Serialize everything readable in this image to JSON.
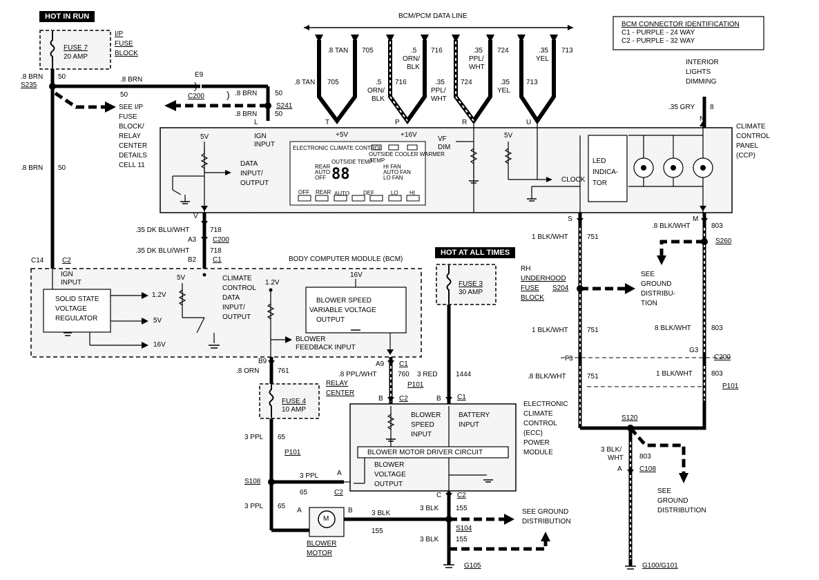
{
  "hot_in_run": "HOT IN RUN",
  "hot_at_all_times": "HOT AT ALL TIMES",
  "bcm_pcm_data_line": "BCM/PCM DATA LINE",
  "connector_id": {
    "title": "BCM CONNECTOR IDENTIFICATION",
    "c1": "C1 - PURPLE - 24 WAY",
    "c2": "C2 - PURPLE - 32 WAY"
  },
  "fuse7": {
    "name": "FUSE 7",
    "rating": "20 AMP",
    "block": [
      "I/P",
      "FUSE",
      "BLOCK"
    ]
  },
  "fuse3": {
    "name": "FUSE 3",
    "rating": "30 AMP",
    "block": [
      "RH",
      "UNDERHOOD",
      "FUSE",
      "BLOCK"
    ]
  },
  "fuse4": {
    "name": "FUSE 4",
    "rating": "10 AMP",
    "block": [
      "RELAY",
      "CENTER"
    ]
  },
  "wires_top": {
    "brn": ".8 BRN",
    "c50": "50",
    "s235": "S235",
    "e9": "E9",
    "c200": "C200",
    "s241": "S241",
    "see_ip": [
      "SEE I/P",
      "FUSE",
      "BLOCK/",
      "RELAY",
      "CENTER",
      "DETAILS",
      "CELL 11"
    ],
    "l": "L",
    "ign_input": [
      "IGN",
      "INPUT"
    ]
  },
  "data_wires": [
    {
      "gauge": ".8 TAN",
      "circuit": "705",
      "pin": "T"
    },
    {
      "gauge": ".5",
      "color": "ORN/ BLK",
      "circuit": "716",
      "pin": "P"
    },
    {
      "gauge": ".35",
      "color": "PPL/ WHT",
      "circuit": "724",
      "pin": "R"
    },
    {
      "gauge": ".35",
      "color": "YEL",
      "circuit": "713",
      "pin": "U"
    }
  ],
  "data_wire_lines": {
    "w1a": ".8 TAN",
    "w1b": "705",
    "w2a": ".5",
    "w2b": "ORN/",
    "w2c": "BLK",
    "w2d": "716",
    "w3a": ".35",
    "w3b": "PPL/",
    "w3c": "WHT",
    "w3d": "724",
    "w4a": ".35",
    "w4b": "YEL",
    "w4c": "713"
  },
  "ccp": {
    "label": [
      "CLIMATE",
      "CONTROL",
      "PANEL",
      "(CCP)"
    ],
    "p5v": "+5V",
    "p16v": "+16V",
    "vf_dim": [
      "VF",
      "DIM"
    ],
    "v5": "5V",
    "clock": "CLOCK",
    "led": [
      "LED",
      "INDICA-",
      "TOR"
    ],
    "data_io": [
      "DATA",
      "INPUT/",
      "OUTPUT"
    ],
    "n": "N",
    "display": {
      "title": "ELECTRONIC CLIMATE CONTROL",
      "outside_temp": "OUTSIDE TEMP",
      "digits": "88",
      "temp": "TEMP",
      "outside": "OUTSIDE COOLER WARMER",
      "rear_auto_off": [
        "REAR",
        "AUTO",
        "OFF"
      ],
      "fans": [
        "HI FAN",
        "AUTO FAN",
        "LO FAN"
      ],
      "buttons": [
        "OFF",
        "REAR",
        "AUTO",
        "DEF",
        "LO",
        "HI"
      ]
    }
  },
  "interior_lights": [
    "INTERIOR",
    "LIGHTS",
    "DIMMING"
  ],
  "gry": ".35 GRY",
  "c8": "8",
  "bcm": {
    "label": "BODY COMPUTER MODULE (BCM)",
    "regulator": [
      "SOLID STATE",
      "VOLTAGE",
      "REGULATOR"
    ],
    "v12": "1.2V",
    "v5": "5V",
    "v16": "16V",
    "v5b": "5V",
    "v12b": "1.2V",
    "v16b": "16V",
    "ccdio": [
      "CLIMATE",
      "CONTROL",
      "DATA",
      "INPUT/",
      "OUTPUT"
    ],
    "blower_out": [
      "BLOWER SPEED",
      "VARIABLE VOLTAGE",
      "OUTPUT"
    ],
    "feedback": [
      "BLOWER",
      "FEEDBACK INPUT"
    ],
    "c14": "C14",
    "c2": "C2",
    "ign": [
      "IGN",
      "INPUT"
    ],
    "b2": "B2",
    "c1": "C1"
  },
  "mid_wires": {
    "v": "V",
    "dkblu1": ".35 DK BLU/WHT",
    "c718": "718",
    "a3": "A3",
    "c200": "C200",
    "dkblu2": ".35 DK BLU/WHT",
    "c718b": "718",
    "brn": ".8 BRN",
    "c50": "50"
  },
  "right_wires": {
    "s": "S",
    "m": "M",
    "blk1": "1 BLK/WHT",
    "c751": "751",
    "blk8": ".8 BLK/WHT",
    "c803": "803",
    "s260": "S260",
    "s204": "S204",
    "see_ground": [
      "SEE",
      "GROUND",
      "DISTRIBU-",
      "TION"
    ],
    "blk1b": "1 BLK/WHT",
    "c751b": "751",
    "blk8b": "8 BLK/WHT",
    "c803b": "803",
    "f3": "F3",
    "g3": "G3",
    "c200": "C200",
    "blk8c": ".8 BLK/WHT",
    "c751c": "751",
    "blk1c": "1 BLK/WHT",
    "c803c": "803",
    "p101": "P101",
    "s120": "S120",
    "blk3": [
      "3 BLK/",
      "WHT"
    ],
    "c803d": "803",
    "a": "A",
    "c108": "C108",
    "see_ground2": [
      "SEE",
      "GROUND",
      "DISTRIBUTION"
    ],
    "g100": "G100/G101"
  },
  "lower": {
    "b9": "B9",
    "orn": ".8 ORN",
    "c761": "761",
    "a9": "A9",
    "c1": "C1",
    "ppl": ".8 PPL/WHT",
    "c760": "760",
    "p101": "P101",
    "red": "3 RED",
    "c1444": "1444",
    "b": "B",
    "c2": "C2",
    "bb": "B",
    "c1b": "C1",
    "ppl3": "3 PPL",
    "c65": "65",
    "p101b": "P101",
    "s108": "S108",
    "ppl3b": "3 PPL",
    "c65b": "65",
    "a": "A",
    "c2b": "C2",
    "ppl3c": "3 PPL",
    "c65c": "65",
    "a2": "A",
    "b2": "B",
    "blk3": "3 BLK",
    "c155": "155",
    "c": "C",
    "c2c": "C2",
    "blk3b": "3 BLK",
    "c155b": "155",
    "s104": "S104",
    "blk3c": "3 BLK",
    "c155c": "155",
    "see_ground": [
      "SEE GROUND",
      "DISTRIBUTION"
    ],
    "g105": "G105",
    "blower_motor": [
      "BLOWER",
      "MOTOR"
    ],
    "m": "M"
  },
  "ecc": {
    "label": [
      "ELECTRONIC",
      "CLIMATE",
      "CONTROL",
      "(ECC)",
      "POWER",
      "MODULE"
    ],
    "blower_speed": [
      "BLOWER",
      "SPEED",
      "INPUT"
    ],
    "battery": [
      "BATTERY",
      "INPUT"
    ],
    "driver": "BLOWER MOTOR DRIVER CIRCUIT",
    "voltage_out": [
      "BLOWER",
      "VOLTAGE",
      "OUTPUT"
    ]
  }
}
